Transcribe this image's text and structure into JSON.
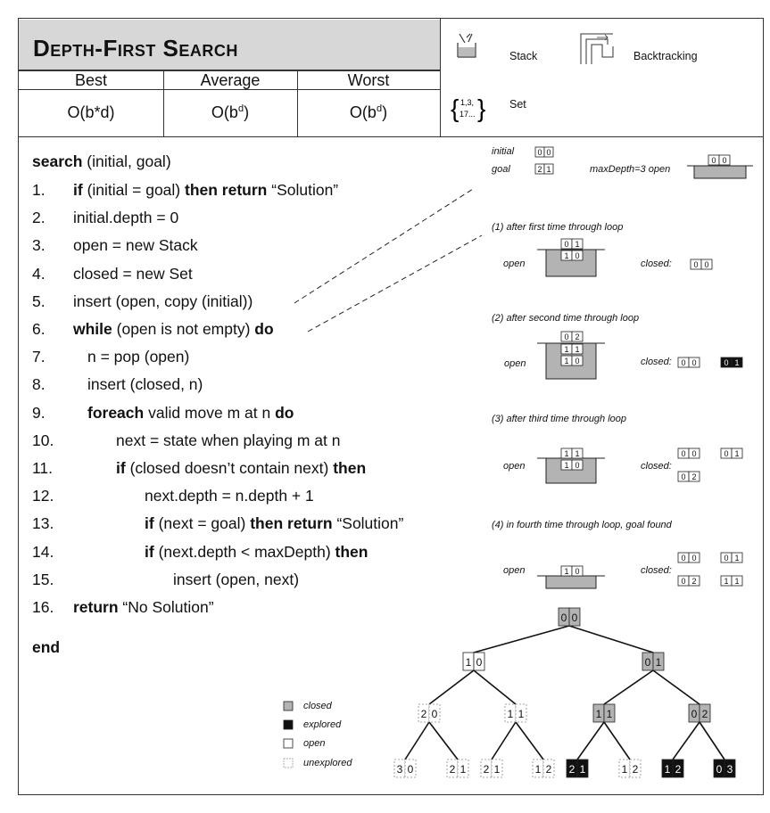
{
  "title": "Depth-First Search",
  "complexity": {
    "headers": [
      "Best",
      "Average",
      "Worst"
    ],
    "values": [
      "O(b*d)",
      "O(b",
      "O(b"
    ],
    "sup": [
      "",
      "d",
      "d"
    ],
    "close": [
      "",
      ")",
      ")"
    ]
  },
  "legend_top": {
    "stack": "Stack",
    "backtracking": "Backtracking",
    "set": "Set",
    "set_glyph_1": "1,3,",
    "set_glyph_2": "17..."
  },
  "code": {
    "header_kw": "search",
    "header_rest": " (initial, goal)",
    "lines": [
      {
        "n": "1.",
        "indent": 0,
        "parts": [
          {
            "b": true,
            "t": "if"
          },
          {
            "b": false,
            "t": " (initial = goal) "
          },
          {
            "b": true,
            "t": "then return"
          },
          {
            "b": false,
            "t": " “Solution”"
          }
        ]
      },
      {
        "n": "2.",
        "indent": 0,
        "parts": [
          {
            "b": false,
            "t": "initial.depth = 0"
          }
        ]
      },
      {
        "n": "3.",
        "indent": 0,
        "parts": [
          {
            "b": false,
            "t": "open = new Stack"
          }
        ]
      },
      {
        "n": "4.",
        "indent": 0,
        "parts": [
          {
            "b": false,
            "t": "closed = new Set"
          }
        ]
      },
      {
        "n": "5.",
        "indent": 0,
        "parts": [
          {
            "b": false,
            "t": "insert (open, copy (initial))"
          }
        ]
      },
      {
        "n": "6.",
        "indent": 0,
        "parts": [
          {
            "b": true,
            "t": "while"
          },
          {
            "b": false,
            "t": " (open is not empty) "
          },
          {
            "b": true,
            "t": "do"
          }
        ]
      },
      {
        "n": "7.",
        "indent": 1,
        "parts": [
          {
            "b": false,
            "t": "n = pop (open)"
          }
        ]
      },
      {
        "n": "8.",
        "indent": 1,
        "parts": [
          {
            "b": false,
            "t": "insert (closed, n)"
          }
        ]
      },
      {
        "n": "9.",
        "indent": 1,
        "parts": [
          {
            "b": true,
            "t": "foreach"
          },
          {
            "b": false,
            "t": " valid move m at n "
          },
          {
            "b": true,
            "t": "do"
          }
        ]
      },
      {
        "n": "10.",
        "indent": 2,
        "parts": [
          {
            "b": false,
            "t": "next = state when playing m at n"
          }
        ]
      },
      {
        "n": "11.",
        "indent": 2,
        "parts": [
          {
            "b": true,
            "t": "if"
          },
          {
            "b": false,
            "t": " (closed doesn’t contain next) "
          },
          {
            "b": true,
            "t": "then"
          }
        ]
      },
      {
        "n": "12.",
        "indent": 3,
        "parts": [
          {
            "b": false,
            "t": "next.depth = n.depth + 1"
          }
        ]
      },
      {
        "n": "13.",
        "indent": 3,
        "parts": [
          {
            "b": true,
            "t": "if"
          },
          {
            "b": false,
            "t": " (next = goal) "
          },
          {
            "b": true,
            "t": "then return"
          },
          {
            "b": false,
            "t": " “Solution”"
          }
        ]
      },
      {
        "n": "14.",
        "indent": 3,
        "parts": [
          {
            "b": true,
            "t": "if"
          },
          {
            "b": false,
            "t": " (next.depth < maxDepth) "
          },
          {
            "b": true,
            "t": "then"
          }
        ]
      },
      {
        "n": "15.",
        "indent": 4,
        "parts": [
          {
            "b": false,
            "t": "insert (open, next)"
          }
        ]
      },
      {
        "n": "16.",
        "indent": 0,
        "parts": [
          {
            "b": true,
            "t": "return"
          },
          {
            "b": false,
            "t": " “No Solution”"
          }
        ]
      }
    ],
    "footer_kw": "end"
  },
  "trace": {
    "initial_label": "initial",
    "initial_state": [
      "0",
      "0"
    ],
    "goal_label": "goal",
    "goal_state": [
      "2",
      "1"
    ],
    "maxdepth_label": "maxDepth=3 open",
    "open_label": "open",
    "closed_label": "closed:",
    "steps": [
      {
        "caption": "(1) after first time through loop"
      },
      {
        "caption": "(2) after second time through loop"
      },
      {
        "caption": "(3) after third time through loop"
      },
      {
        "caption": "(4) in fourth time through loop, goal found"
      }
    ]
  },
  "tree_legend": [
    "closed",
    "explored",
    "open",
    "unexplored"
  ],
  "tree": {
    "root": [
      "0",
      "0"
    ],
    "l1": [
      [
        "1",
        "0"
      ],
      [
        "0",
        "1"
      ]
    ],
    "l2": [
      [
        "2",
        "0"
      ],
      [
        "1",
        "1"
      ],
      [
        "1",
        "1"
      ],
      [
        "0",
        "2"
      ]
    ],
    "l3": [
      [
        "3",
        "0"
      ],
      [
        "2",
        "1"
      ],
      [
        "2",
        "1"
      ],
      [
        "1",
        "2"
      ],
      [
        "2",
        "1"
      ],
      [
        "1",
        "2"
      ],
      [
        "1",
        "2"
      ],
      [
        "0",
        "3"
      ]
    ]
  }
}
